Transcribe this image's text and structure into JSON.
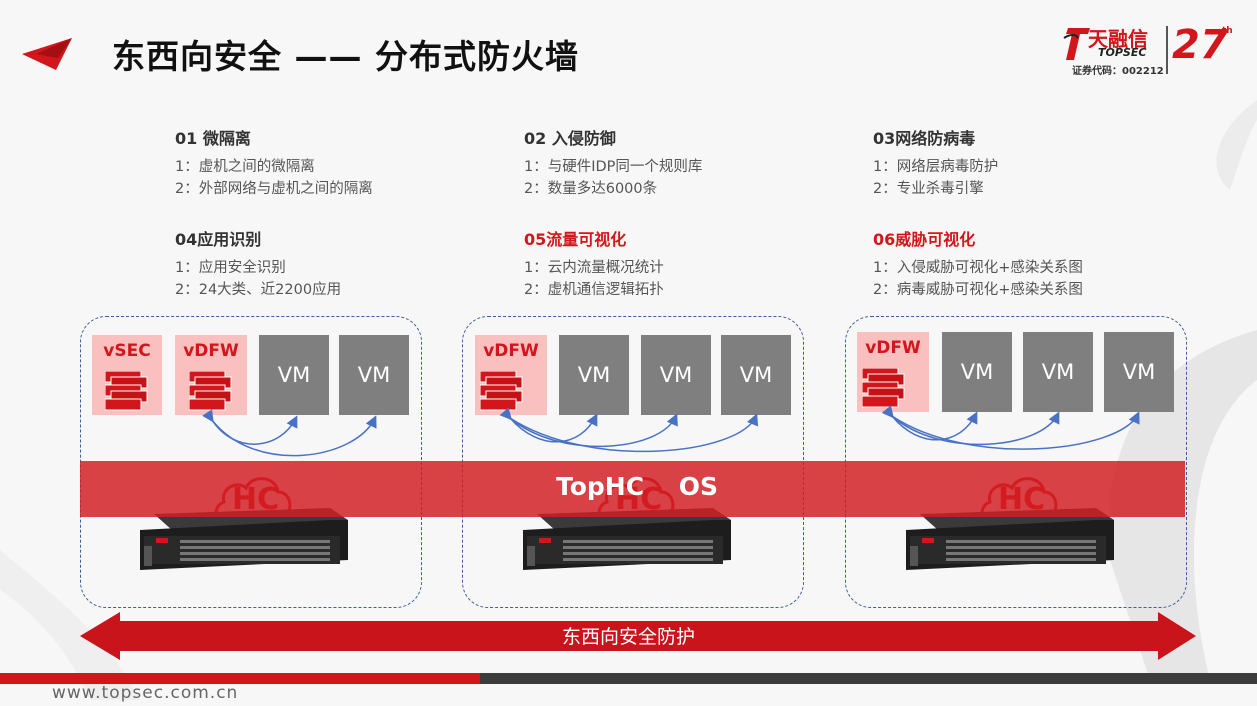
{
  "title": "东西向安全 —— 分布式防火墙",
  "brand": {
    "logo_cn": "天融信",
    "logo_en": "TOPSEC",
    "stock_code": "证券代码：002212",
    "anniversary": "27",
    "anniversary_suffix": "th"
  },
  "features": [
    {
      "title": "01 微隔离",
      "highlight": false,
      "lines": [
        "1：虚机之间的微隔离",
        "2：外部网络与虚机之间的隔离"
      ]
    },
    {
      "title": "02 入侵防御",
      "highlight": false,
      "lines": [
        "1：与硬件IDP同一个规则库",
        "2：数量多达6000条"
      ]
    },
    {
      "title": "03网络防病毒",
      "highlight": false,
      "lines": [
        "1：网络层病毒防护",
        "2：专业杀毒引擎"
      ]
    },
    {
      "title": "04应用识别",
      "highlight": false,
      "lines": [
        "1：应用安全识别",
        "2：24大类、近2200应用"
      ]
    },
    {
      "title": "05流量可视化",
      "highlight": true,
      "lines": [
        "1：云内流量概况统计",
        "2：虚机通信逻辑拓扑"
      ]
    },
    {
      "title": "06威胁可视化",
      "highlight": true,
      "lines": [
        "1：入侵威胁可视化+感染关系图",
        "2：病毒威胁可视化+感染关系图"
      ]
    }
  ],
  "clusters": [
    {
      "security_boxes": [
        "vSEC",
        "vDFW"
      ],
      "vms": [
        "VM",
        "VM"
      ],
      "hc_label": "HC"
    },
    {
      "security_boxes": [
        "vDFW"
      ],
      "vms": [
        "VM",
        "VM",
        "VM"
      ],
      "hc_label": "HC"
    },
    {
      "security_boxes": [
        "vDFW"
      ],
      "vms": [
        "VM",
        "VM",
        "VM"
      ],
      "hc_label": "HC"
    }
  ],
  "os_label": "TopHC OS",
  "arrow_label": "东西向安全防护",
  "footer_url": "www.topsec.com.cn",
  "colors": {
    "brand_red": "#d2161b",
    "band_red": "#d21e22",
    "vm_gray": "#7f7f7f",
    "pink": "#f9c0bf",
    "cluster_border": "#3d5f9f",
    "link_blue": "#4a72c4"
  }
}
